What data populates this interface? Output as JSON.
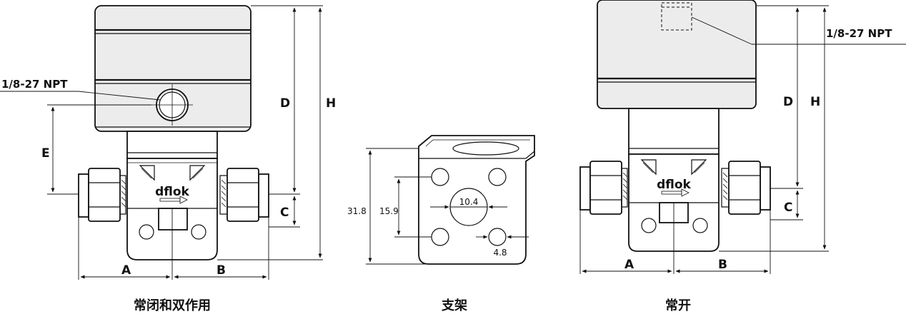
{
  "captions": {
    "left": "常闭和双作用",
    "middle": "支架",
    "right": "常开"
  },
  "left_view": {
    "port_label": "1/8-27 NPT",
    "brand": "dflok",
    "dims": {
      "a": "A",
      "b": "B",
      "c": "C",
      "d": "D",
      "e": "E",
      "h": "H"
    }
  },
  "bracket_view": {
    "dims": {
      "overall_height": "31.8",
      "hole_spacing": "15.9",
      "center_hole": "10.4",
      "small_hole": "4.8"
    }
  },
  "right_view": {
    "port_label": "1/8-27 NPT",
    "brand": "dflok",
    "dims": {
      "a": "A",
      "b": "B",
      "c": "C",
      "d": "D",
      "h": "H"
    }
  }
}
